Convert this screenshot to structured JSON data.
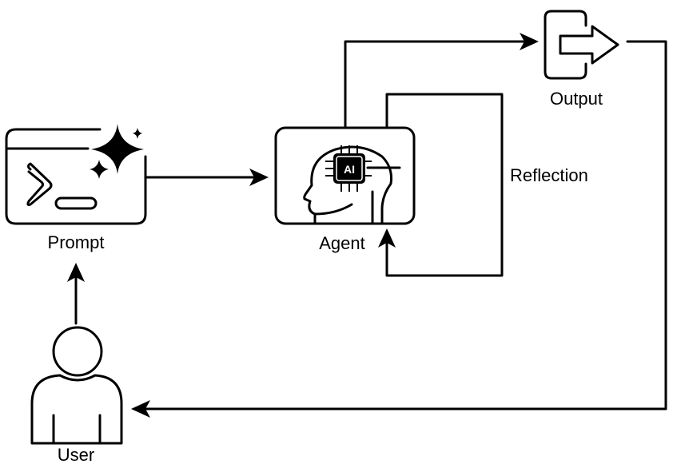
{
  "nodes": {
    "prompt": {
      "label": "Prompt",
      "icon": "terminal-sparkle-icon"
    },
    "agent": {
      "label": "Agent",
      "icon": "ai-head-icon",
      "chip_text": "AI"
    },
    "output": {
      "label": "Output",
      "icon": "exit-arrow-icon"
    },
    "user": {
      "label": "User",
      "icon": "user-icon"
    }
  },
  "edges": [
    {
      "from": "user",
      "to": "prompt"
    },
    {
      "from": "prompt",
      "to": "agent"
    },
    {
      "from": "agent",
      "to": "output"
    },
    {
      "from": "agent",
      "to": "agent",
      "label": "Reflection"
    },
    {
      "from": "output",
      "to": "user"
    }
  ],
  "colors": {
    "stroke": "#000000",
    "background": "#ffffff"
  }
}
